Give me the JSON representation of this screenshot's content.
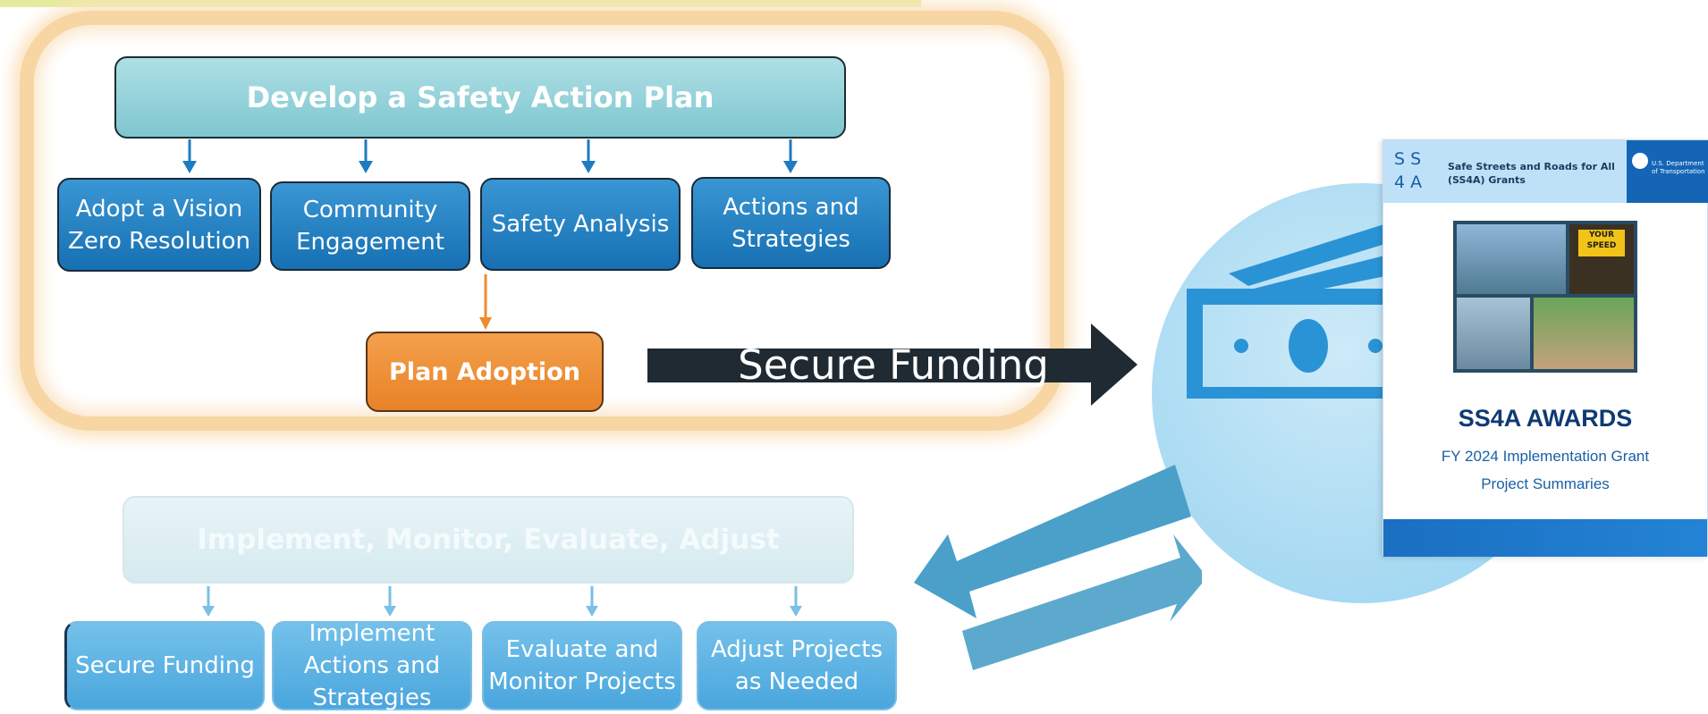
{
  "colors": {
    "glow_orange": "#f8d6a3",
    "develop_teal": "#8ecfd8",
    "step_blue": "#1f7bbf",
    "plan_orange": "#ee8b30",
    "funding_arrow": "#1f2a33",
    "light_blue": "#5fb5e4",
    "money_blue": "#2a93d6",
    "exchange_arrow": "#4aa0c8"
  },
  "diagram": {
    "develop_title": "Develop a Safety Action Plan",
    "develop_steps": [
      "Adopt a Vision Zero Resolution",
      "Community Engagement",
      "Safety Analysis",
      "Actions and Strategies"
    ],
    "plan_adoption": "Plan Adoption",
    "secure_funding": "Secure Funding",
    "implement_title": "Implement, Monitor, Evaluate, Adjust",
    "implement_steps": [
      "Secure Funding",
      "Implement Actions and Strategies",
      "Evaluate and Monitor Projects",
      "Adjust Projects as Needed"
    ]
  },
  "document": {
    "logo": [
      "S",
      "S",
      "4",
      "A"
    ],
    "header_text": "Safe Streets and Roads for All (SS4A) Grants",
    "dot_text": "U.S. Department of Transportation",
    "sign_text": "YOUR SPEED",
    "title": "SS4A AWARDS",
    "subtitle_line1": "FY 2024 Implementation Grant",
    "subtitle_line2": "Project Summaries"
  },
  "icons": [
    "money-icon",
    "exchange-arrows-icon",
    "down-arrow-icon"
  ]
}
